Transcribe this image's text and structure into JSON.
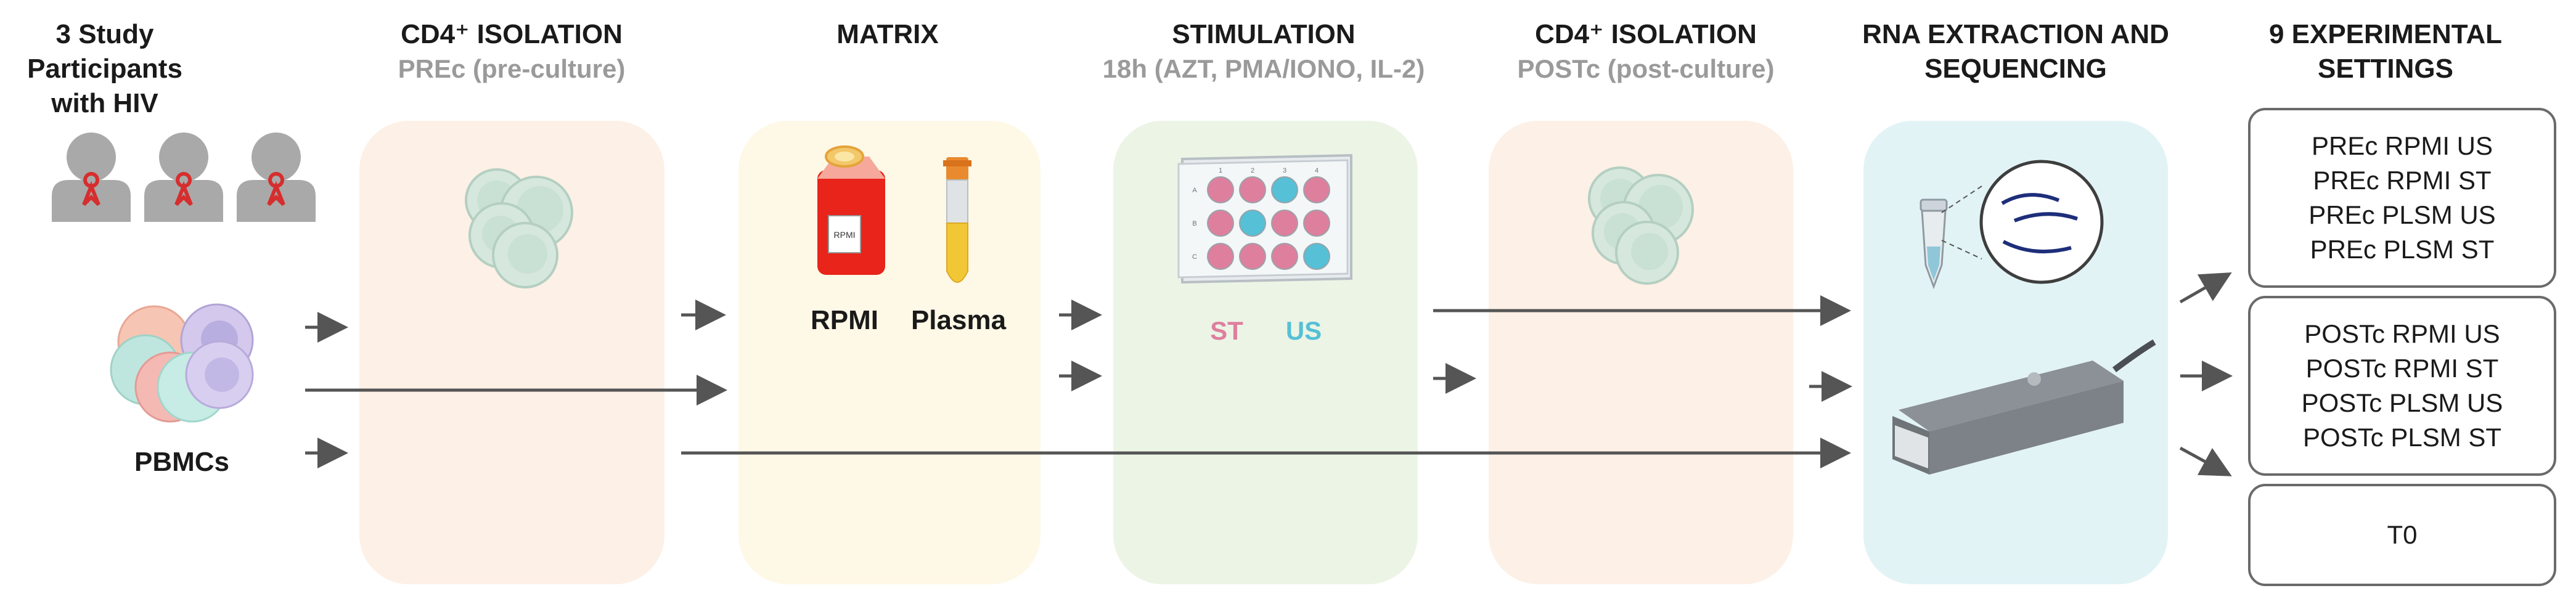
{
  "headers": {
    "participants": "3 Study Participants with HIV",
    "isolation_pre_title": "CD4⁺ ISOLATION",
    "isolation_pre_sub": "PREc (pre-culture)",
    "matrix_title": "MATRIX",
    "stimulation_title": "STIMULATION",
    "stimulation_sub": "18h (AZT, PMA/IONO, IL-2)",
    "isolation_post_title": "CD4⁺ ISOLATION",
    "isolation_post_sub": "POSTc (post-culture)",
    "rna_title": "RNA EXTRACTION AND SEQUENCING",
    "settings_title": "9 EXPERIMENTAL SETTINGS"
  },
  "labels": {
    "pbmcs": "PBMCs",
    "rpmi": "RPMI",
    "plasma": "Plasma",
    "bottle_label": "RPMI",
    "st": "ST",
    "us": "US",
    "plate_cols": [
      "1",
      "2",
      "3",
      "4"
    ],
    "plate_rows": [
      "A",
      "B",
      "C"
    ]
  },
  "settings": {
    "pre": [
      "PREc RPMI US",
      "PREc RPMI ST",
      "PREc PLSM US",
      "PREc PLSM ST"
    ],
    "post": [
      "POSTc RPMI US",
      "POSTc RPMI ST",
      "POSTc PLSM US",
      "POSTc PLSM ST"
    ],
    "t0": "T0"
  },
  "colors": {
    "panel_isolation": "#fdf0e6",
    "panel_matrix": "#fef8e6",
    "panel_stimulation": "#ecf4e6",
    "panel_rna": "#e2f3f6",
    "st_pink": "#de7f9e",
    "us_blue": "#55c0d6",
    "arrow": "#555555",
    "red_ribbon": "#d62e2e"
  }
}
